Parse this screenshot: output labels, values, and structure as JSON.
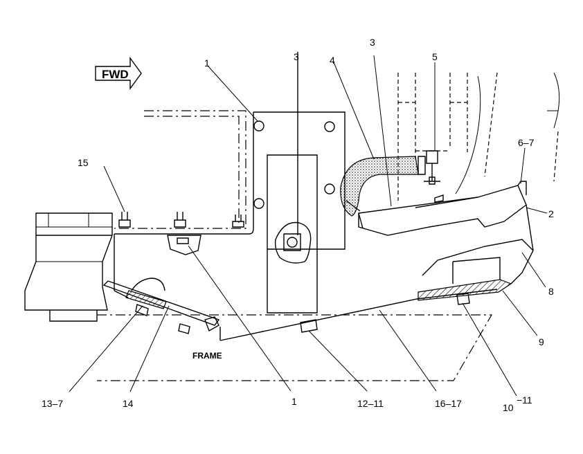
{
  "fwd_label": "FWD",
  "frame_label": "FRAME",
  "callouts": {
    "c1_top": "1",
    "c3_left": "3",
    "c3_right": "3",
    "c4": "4",
    "c5": "5",
    "c6_7": "6–7",
    "c2": "2",
    "c15": "15",
    "c8": "8",
    "c9": "9",
    "c13_7": "13–7",
    "c14": "14",
    "c1_bottom": "1",
    "c12_11": "12–11",
    "c16_17": "16–17",
    "c10_11_a": "10",
    "c10_11_b": "−11"
  }
}
